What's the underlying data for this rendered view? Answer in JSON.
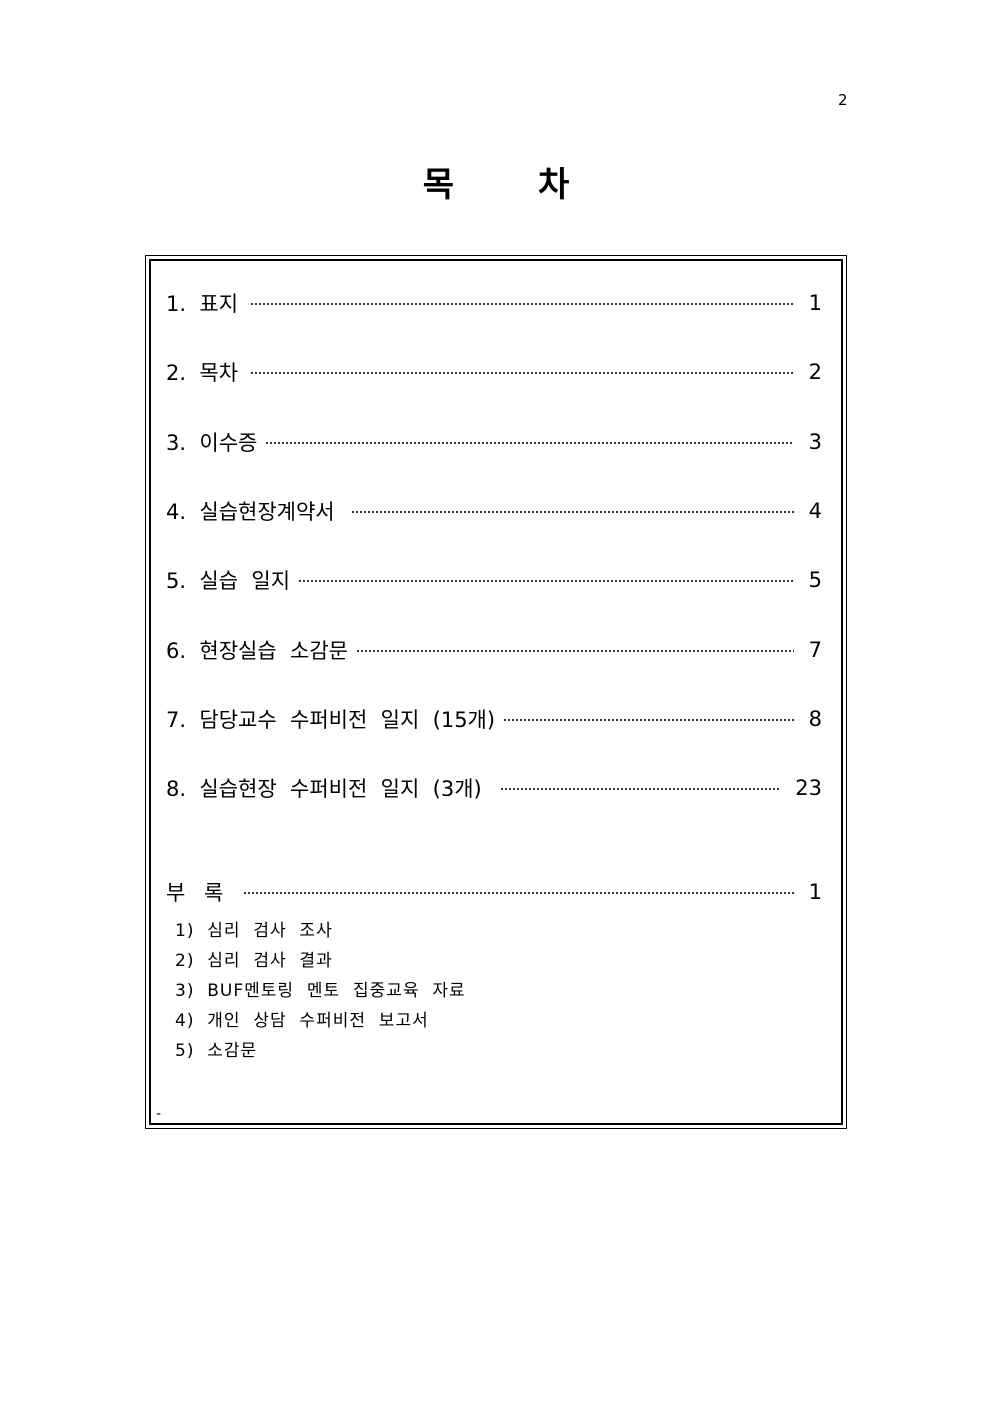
{
  "page_number": "2",
  "title": {
    "char1": "목",
    "char2": "차"
  },
  "toc": [
    {
      "label": "1.  표지",
      "page": "1"
    },
    {
      "label": "2.  목차",
      "page": "2"
    },
    {
      "label": "3.  이수증",
      "page": "3"
    },
    {
      "label": "4.  실습현장계약서",
      "page": "4"
    },
    {
      "label": "5.  실습  일지",
      "page": "5"
    },
    {
      "label": "6.  현장실습  소감문",
      "page": "7"
    },
    {
      "label": "7.  담당교수  수퍼비전  일지  (15개)",
      "page": "8"
    },
    {
      "label": "8.  실습현장  수퍼비전  일지  (3개)",
      "page": "23"
    }
  ],
  "dash_mark": "-",
  "appendix": {
    "label": "부 록",
    "page": "1",
    "items": [
      "1)  심리  검사  조사",
      "2)  심리  검사  결과",
      "3)  BUF멘토링  멘토  집중교육  자료",
      "4)  개인  상담  수퍼비전  보고서",
      "5)  소감문"
    ]
  }
}
